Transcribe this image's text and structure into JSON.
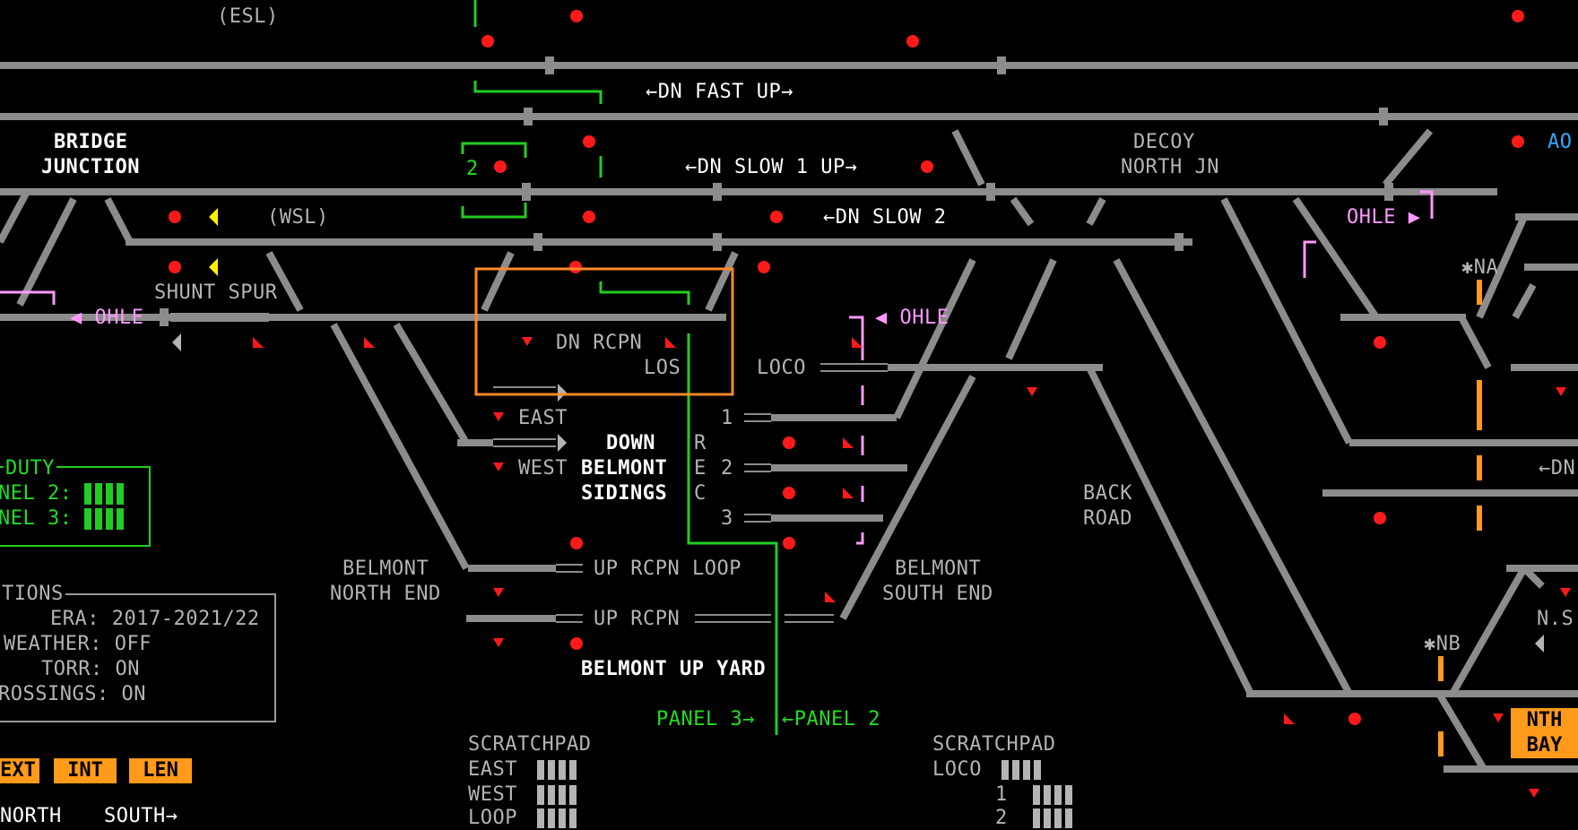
{
  "colors": {
    "track": "#8c8c8c",
    "route_set": "#22cc22",
    "signal_on": "#ff1a1a",
    "ohle": "#ff99ff",
    "button": "#ff9a1a",
    "highlight_box": "#ff8a2a",
    "yellow_marker": "#ffee00",
    "text_white": "#ffffff",
    "text_grey": "#b4b4b4"
  },
  "labels": {
    "esl": "(ESL)",
    "dn_fast_up": "←DN FAST UP→",
    "bridge_junction_1": "BRIDGE",
    "bridge_junction_2": "JUNCTION",
    "route_num": "2",
    "dn_slow_1_up": "←DN SLOW 1 UP→",
    "decoy_1": "DECOY",
    "decoy_2": "NORTH JN",
    "ao": "AO",
    "wsl": "(WSL)",
    "dn_slow_2": "←DN SLOW 2",
    "ohle_right": "OHLE ▶",
    "na": "✱NA",
    "shunt_spur": "SHUNT SPUR",
    "ohle_left": "◀ OHLE",
    "ohle_mid": "◀ OHLE",
    "dn_rcpn": "DN RCPN",
    "los": "LOS",
    "loco": "LOCO",
    "east": "EAST",
    "west": "WEST",
    "down": "DOWN",
    "belmont": "BELMONT",
    "sidings": "SIDINGS",
    "rec_r": "R",
    "rec_e": "E",
    "rec_c": "C",
    "road_1": "1",
    "road_2": "2",
    "road_3": "3",
    "dn_right": "←DN",
    "back_1": "BACK",
    "back_2": "ROAD",
    "belmont_north_1": "BELMONT",
    "belmont_north_2": "NORTH END",
    "up_rcpn_loop": "UP RCPN LOOP",
    "up_rcpn": "UP RCPN",
    "belmont_south_1": "BELMONT",
    "belmont_south_2": "SOUTH END",
    "n_s": "N.S",
    "nb": "✱NB",
    "belmont_up_yard": "BELMONT UP YARD",
    "panel_3": "PANEL 3→",
    "panel_2": "←PANEL 2",
    "nth_bay_1": "NTH",
    "nth_bay_2": "BAY"
  },
  "duty_panel": {
    "title": "DUTY",
    "row1": "NEL 2:",
    "row2": "NEL 3:"
  },
  "options_panel": {
    "title": "TIONS",
    "era_label": "ERA:",
    "era_value": "2017-2021/22",
    "weather_label": "WEATHER:",
    "weather_value": "OFF",
    "torr_label": "TORR:",
    "torr_value": "ON",
    "crossings_label": "ROSSINGS:",
    "crossings_value": "ON"
  },
  "buttons": {
    "ext": "EXT",
    "int": "INT",
    "len": "LEN"
  },
  "bottom_left": {
    "north": "NORTH",
    "south": "SOUTH→"
  },
  "scratchpad_left": {
    "title": "SCRATCHPAD",
    "row1": "EAST",
    "row2": "WEST",
    "row3": "LOOP"
  },
  "scratchpad_right": {
    "title": "SCRATCHPAD",
    "row1": "LOCO",
    "row2": "1",
    "row3": "2"
  }
}
